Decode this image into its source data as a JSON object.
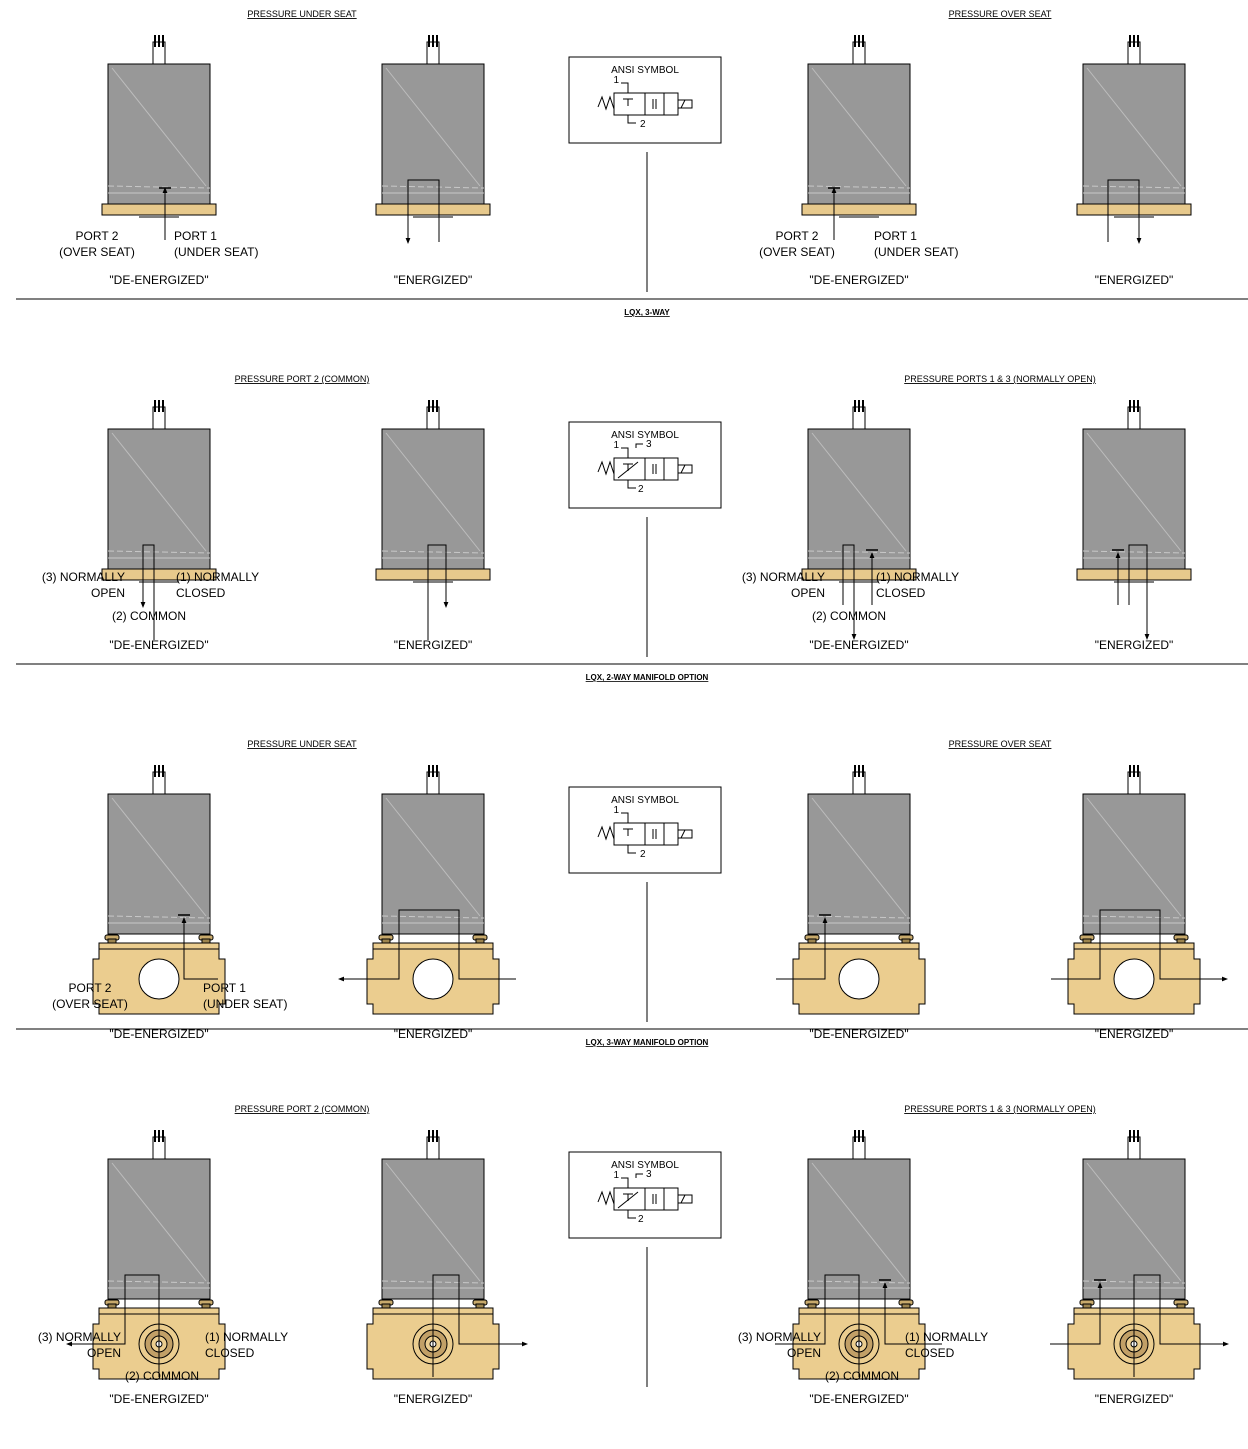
{
  "rows": [
    {
      "header": "",
      "variant": "2way",
      "manifold": "none",
      "left_label": "PRESSURE UNDER SEAT",
      "right_label": "PRESSURE OVER SEAT",
      "ansi": {
        "title": "ANSI SYMBOL",
        "ports": [
          "1",
          "2"
        ]
      },
      "port_labels": {
        "port2": [
          "PORT 2",
          "(OVER SEAT)"
        ],
        "port1": [
          "PORT 1",
          "(UNDER SEAT)"
        ]
      },
      "states": [
        "\"DE-ENERGIZED\"",
        "\"ENERGIZED\"",
        "\"DE-ENERGIZED\"",
        "\"ENERGIZED\""
      ]
    },
    {
      "header": "LQX, 3-WAY",
      "variant": "3way",
      "manifold": "none",
      "left_label": "PRESSURE PORT 2 (COMMON)",
      "right_label": "PRESSURE PORTS 1 & 3 (NORMALLY OPEN)",
      "ansi": {
        "title": "ANSI SYMBOL",
        "ports": [
          "1",
          "3",
          "2"
        ]
      },
      "port_labels": {
        "port3": [
          "(3) NORMALLY",
          "OPEN"
        ],
        "port1": [
          "(1) NORMALLY",
          "CLOSED"
        ],
        "port2": "(2) COMMON"
      },
      "states": [
        "\"DE-ENERGIZED\"",
        "\"ENERGIZED\"",
        "\"DE-ENERGIZED\"",
        "\"ENERGIZED\""
      ]
    },
    {
      "header": "LQX, 2-WAY MANIFOLD OPTION",
      "variant": "2way",
      "manifold": "bore",
      "left_label": "PRESSURE UNDER SEAT",
      "right_label": "PRESSURE OVER SEAT",
      "ansi": {
        "title": "ANSI SYMBOL",
        "ports": [
          "1",
          "2"
        ]
      },
      "port_labels": {
        "port2": [
          "PORT 2",
          "(OVER SEAT)"
        ],
        "port1": [
          "PORT 1",
          "(UNDER SEAT)"
        ]
      },
      "states": [
        "\"DE-ENERGIZED\"",
        "\"ENERGIZED\"",
        "\"DE-ENERGIZED\"",
        "\"ENERGIZED\""
      ]
    },
    {
      "header": "LQX, 3-WAY MANIFOLD OPTION",
      "variant": "3way",
      "manifold": "fitting",
      "left_label": "PRESSURE PORT 2 (COMMON)",
      "right_label": "PRESSURE PORTS 1 & 3 (NORMALLY OPEN)",
      "ansi": {
        "title": "ANSI SYMBOL",
        "ports": [
          "1",
          "3",
          "2"
        ]
      },
      "port_labels": {
        "port3": [
          "(3) NORMALLY",
          "OPEN"
        ],
        "port1": [
          "(1) NORMALLY",
          "CLOSED"
        ],
        "port2": "(2) COMMON"
      },
      "states": [
        "\"DE-ENERGIZED\"",
        "\"ENERGIZED\"",
        "\"DE-ENERGIZED\"",
        "\"ENERGIZED\""
      ]
    }
  ],
  "colors": {
    "body": "#989898",
    "base": "#e7c98c",
    "manifold": "#ebcd8f",
    "line": "#000000"
  }
}
